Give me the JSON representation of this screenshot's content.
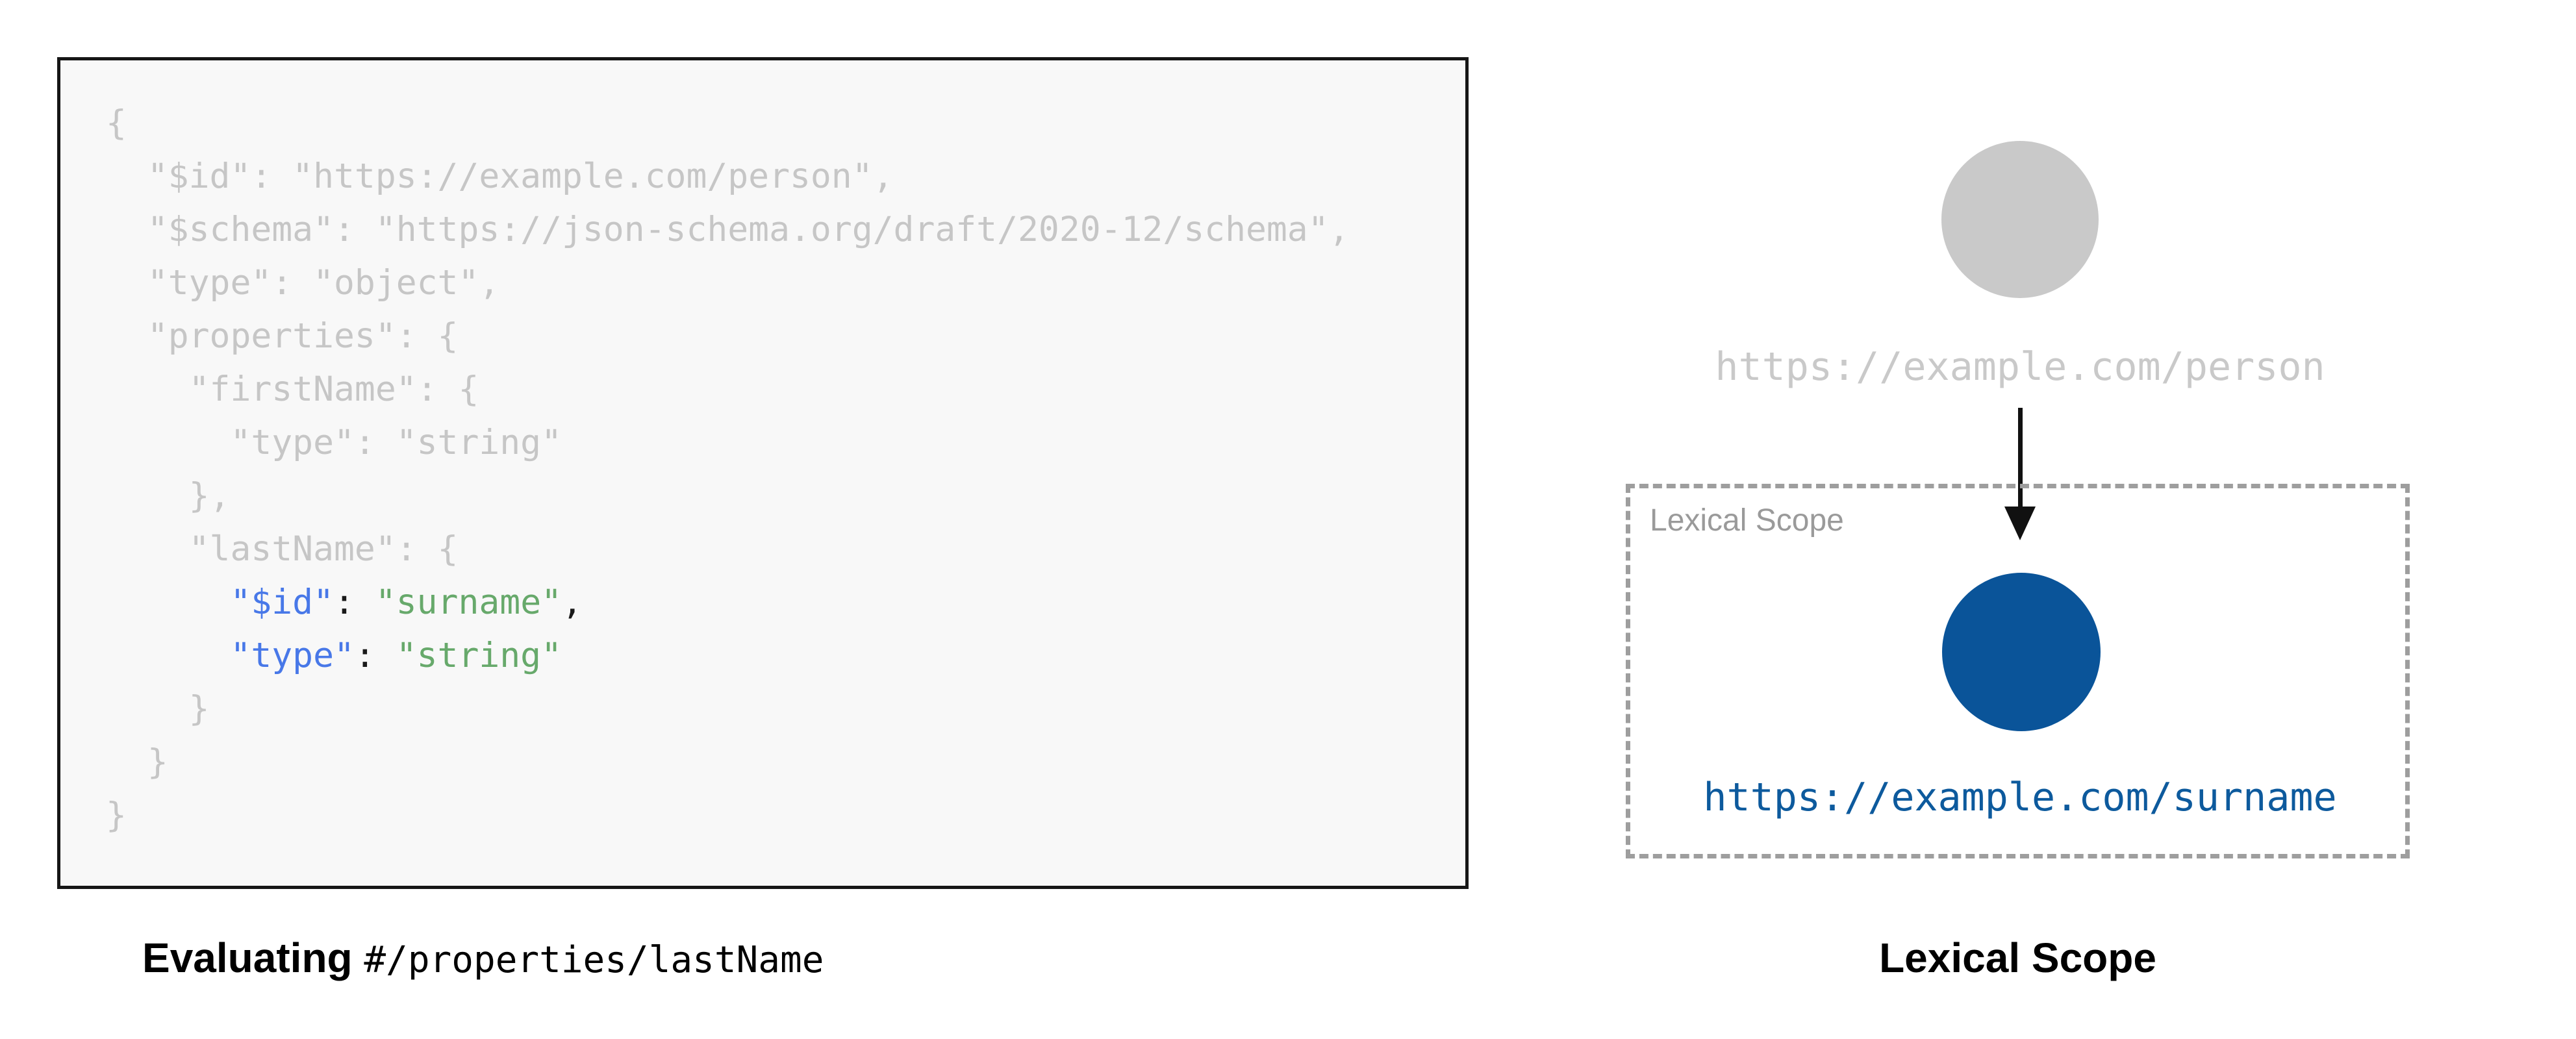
{
  "colors": {
    "code_muted": "#c6c6c6",
    "code_key": "#4878e8",
    "code_string": "#67a96b",
    "code_punct": "#1a1a1a",
    "box_background": "#f8f8f8",
    "box_border": "#161616",
    "node_gray": "#c9c9c9",
    "node_blue": "#0a5499",
    "uri_gray": "#c9c9c9",
    "uri_blue": "#0d5a9d",
    "scope_border": "#9e9e9e",
    "scope_label_color": "#9a9a9a",
    "caption_color": "#000000"
  },
  "code": {
    "lines": [
      {
        "segs": [
          {
            "t": "{",
            "c": "muted"
          }
        ]
      },
      {
        "segs": [
          {
            "t": "  \"$id\": \"https://example.com/person\",",
            "c": "muted"
          }
        ]
      },
      {
        "segs": [
          {
            "t": "  \"$schema\": \"https://json-schema.org/draft/2020-12/schema\",",
            "c": "muted"
          }
        ]
      },
      {
        "segs": [
          {
            "t": "  \"type\": \"object\",",
            "c": "muted"
          }
        ]
      },
      {
        "segs": [
          {
            "t": "  \"properties\": {",
            "c": "muted"
          }
        ]
      },
      {
        "segs": [
          {
            "t": "    \"firstName\": {",
            "c": "muted"
          }
        ]
      },
      {
        "segs": [
          {
            "t": "      \"type\": \"string\"",
            "c": "muted"
          }
        ]
      },
      {
        "segs": [
          {
            "t": "    },",
            "c": "muted"
          }
        ]
      },
      {
        "segs": [
          {
            "t": "    \"lastName\": {",
            "c": "muted"
          }
        ]
      },
      {
        "segs": [
          {
            "t": "      ",
            "c": "muted"
          },
          {
            "t": "\"$id\"",
            "c": "key"
          },
          {
            "t": ": ",
            "c": "punct"
          },
          {
            "t": "\"surname\"",
            "c": "str"
          },
          {
            "t": ",",
            "c": "punct"
          }
        ]
      },
      {
        "segs": [
          {
            "t": "      ",
            "c": "muted"
          },
          {
            "t": "\"type\"",
            "c": "key"
          },
          {
            "t": ": ",
            "c": "punct"
          },
          {
            "t": "\"string\"",
            "c": "str"
          }
        ]
      },
      {
        "segs": [
          {
            "t": "    }",
            "c": "muted"
          }
        ]
      },
      {
        "segs": [
          {
            "t": "  }",
            "c": "muted"
          }
        ]
      },
      {
        "segs": [
          {
            "t": "}",
            "c": "muted"
          }
        ]
      }
    ]
  },
  "left_caption": {
    "prefix": "Evaluating",
    "pointer": "#/properties/lastName"
  },
  "diagram": {
    "parent_uri": "https://example.com/person",
    "scope_label": "Lexical Scope",
    "child_uri": "https://example.com/surname"
  },
  "right_caption": "Lexical Scope"
}
